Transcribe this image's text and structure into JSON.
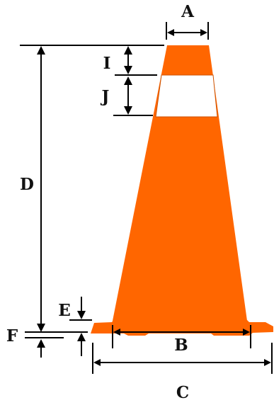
{
  "diagram": {
    "labels": {
      "A": "A",
      "B": "B",
      "C": "C",
      "D": "D",
      "E": "E",
      "F": "F",
      "I": "I",
      "J": "J"
    },
    "colors": {
      "cone": "#FF6600",
      "band": "#FFFFFF",
      "band_outline": "#CC5200",
      "lines": "#000000"
    }
  }
}
